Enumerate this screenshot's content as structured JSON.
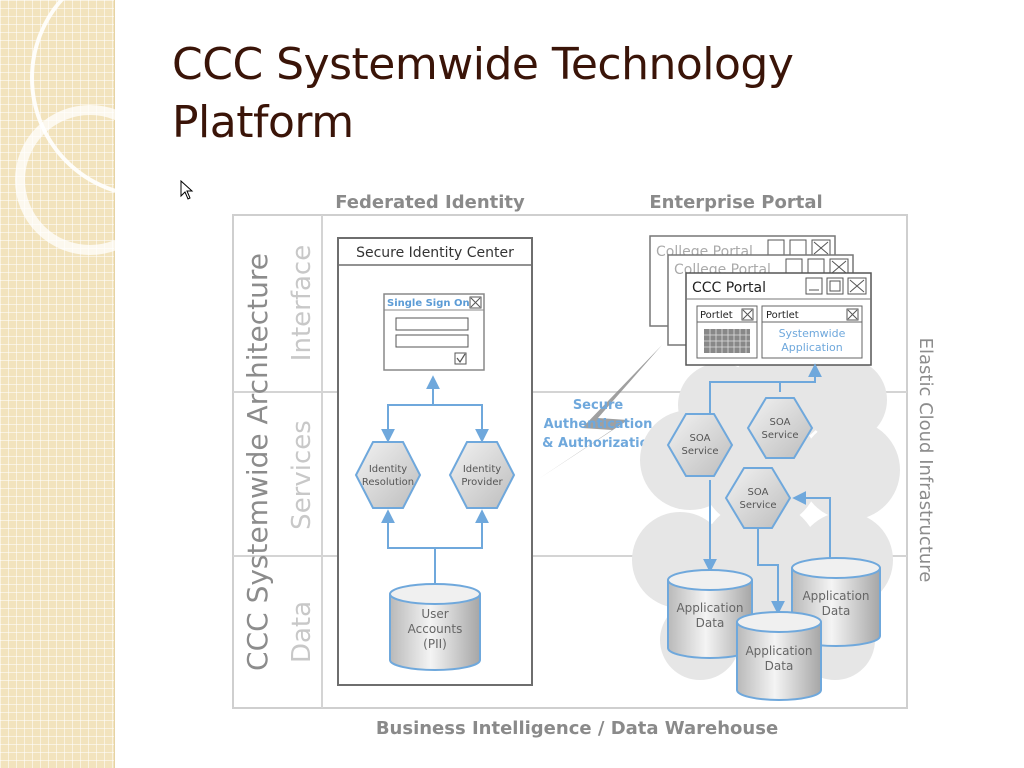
{
  "slide": {
    "title_line1": "CCC Systemwide Technology",
    "title_line2": "Platform"
  },
  "diagram": {
    "col_federated": "Federated Identity",
    "col_portal": "Enterprise Portal",
    "bottom_label": "Business Intelligence / Data Warehouse",
    "left_vertical": "CCC Systemwide Architecture",
    "right_vertical": "Elastic Cloud Infrastructure",
    "row_interface": "Interface",
    "row_services": "Services",
    "row_data": "Data",
    "identity_center": "Secure Identity Center",
    "sso_title": "Single Sign On",
    "identity_resolution": [
      "Identity",
      "Resolution"
    ],
    "identity_provider": [
      "Identity",
      "Provider"
    ],
    "user_accounts": [
      "User",
      "Accounts",
      "(PII)"
    ],
    "secure_auth": [
      "Secure",
      "Authentication",
      "& Authorization"
    ],
    "college_portal_1": "College Portal",
    "college_portal_2": "College Portal",
    "ccc_portal": "CCC Portal",
    "portlet_1": "Portlet",
    "portlet_2": "Portlet",
    "systemwide_app": [
      "Systemwide",
      "Application"
    ],
    "soa_service": [
      "SOA",
      "Service"
    ],
    "app_data": [
      "Application",
      "Data"
    ]
  }
}
